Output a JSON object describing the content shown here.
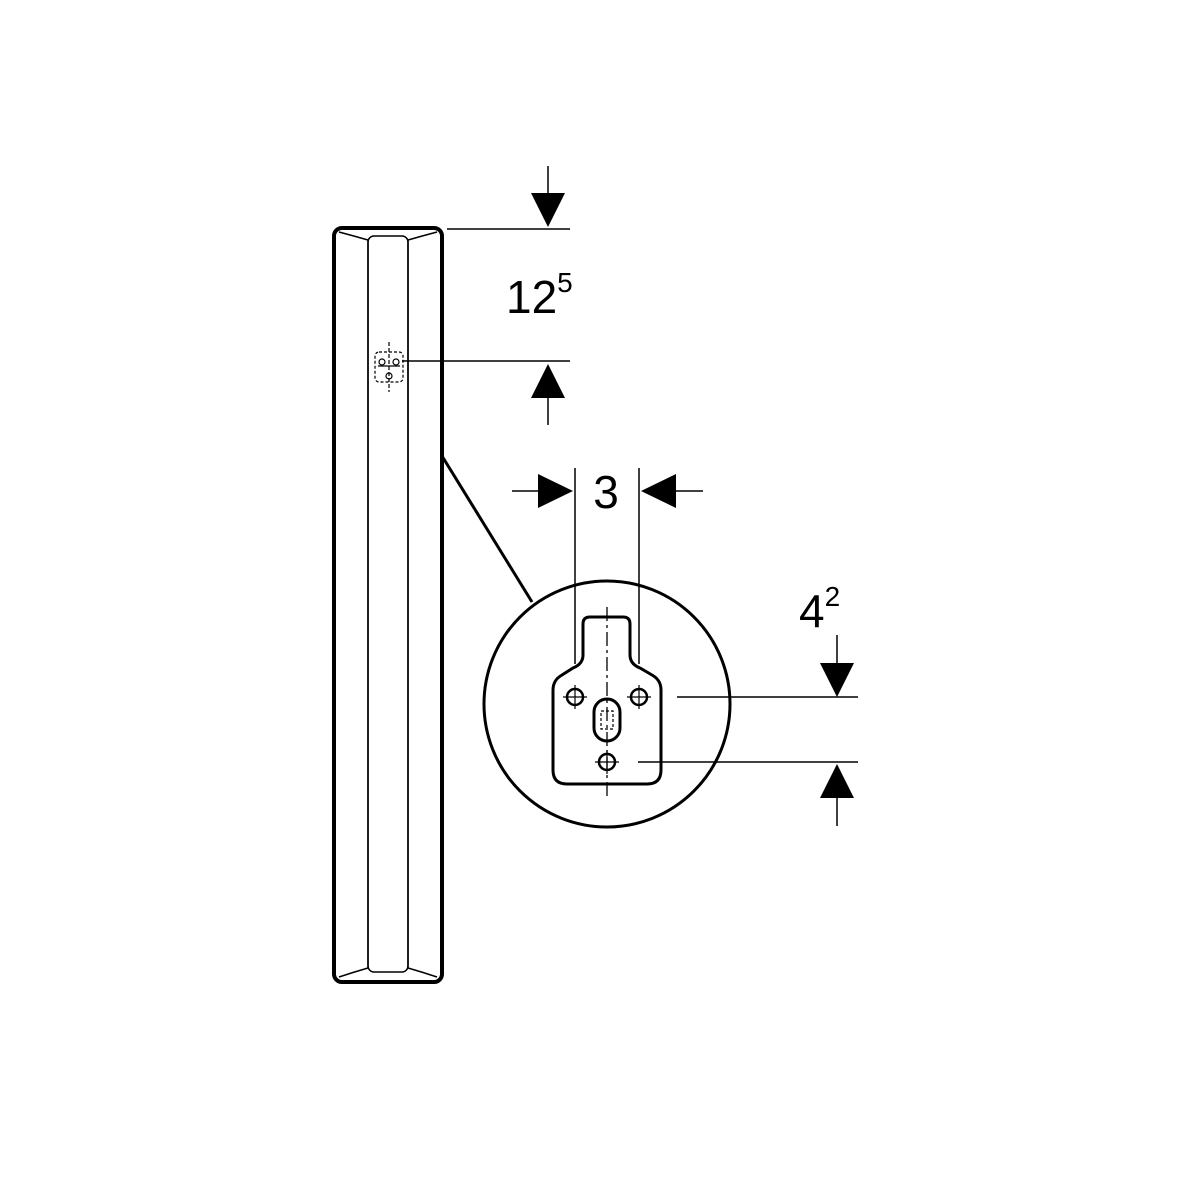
{
  "dimensions": {
    "top_offset": {
      "base": "12",
      "sup": "5"
    },
    "hole_spacing": {
      "base": "3"
    },
    "vertical_offset": {
      "base": "4",
      "sup": "2"
    }
  },
  "colors": {
    "line": "#000000",
    "background": "#ffffff"
  }
}
